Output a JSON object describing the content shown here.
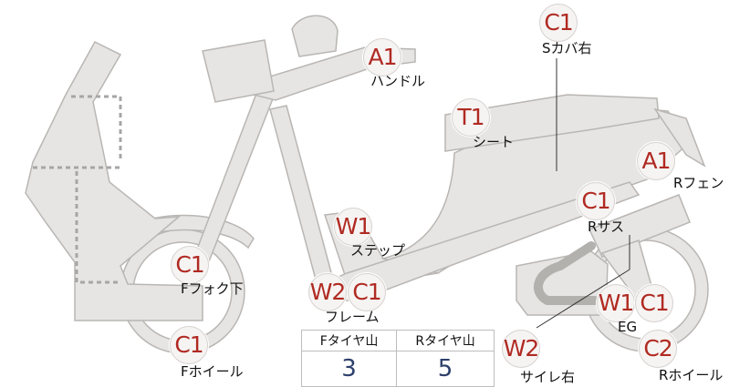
{
  "badges": {
    "handle": "A1",
    "sideCoverRight": "C1",
    "seat": "T1",
    "rearFender": "A1",
    "rearSuspension": "C1",
    "step": "W1",
    "frameW": "W2",
    "frameC": "C1",
    "frontForkLower": "C1",
    "frontWheel": "C1",
    "engineW": "W1",
    "engineC": "C1",
    "silencerRight": "W2",
    "rearWheel": "C2"
  },
  "labels": {
    "handle": "ハンドル",
    "sideCoverRight": "Sカバ右",
    "seat": "シート",
    "rearFender": "Rフェン",
    "rearSuspension": "Rサス",
    "step": "ステップ",
    "frame": "フレーム",
    "frontForkLower": "Fフォク下",
    "frontWheel": "Fホイール",
    "engine": "EG",
    "silencerRight": "サイレ右",
    "rearWheel": "Rホイール"
  },
  "tireTable": {
    "frontHeader": "Fタイヤ山",
    "rearHeader": "Rタイヤ山",
    "frontValue": "3",
    "rearValue": "5"
  }
}
